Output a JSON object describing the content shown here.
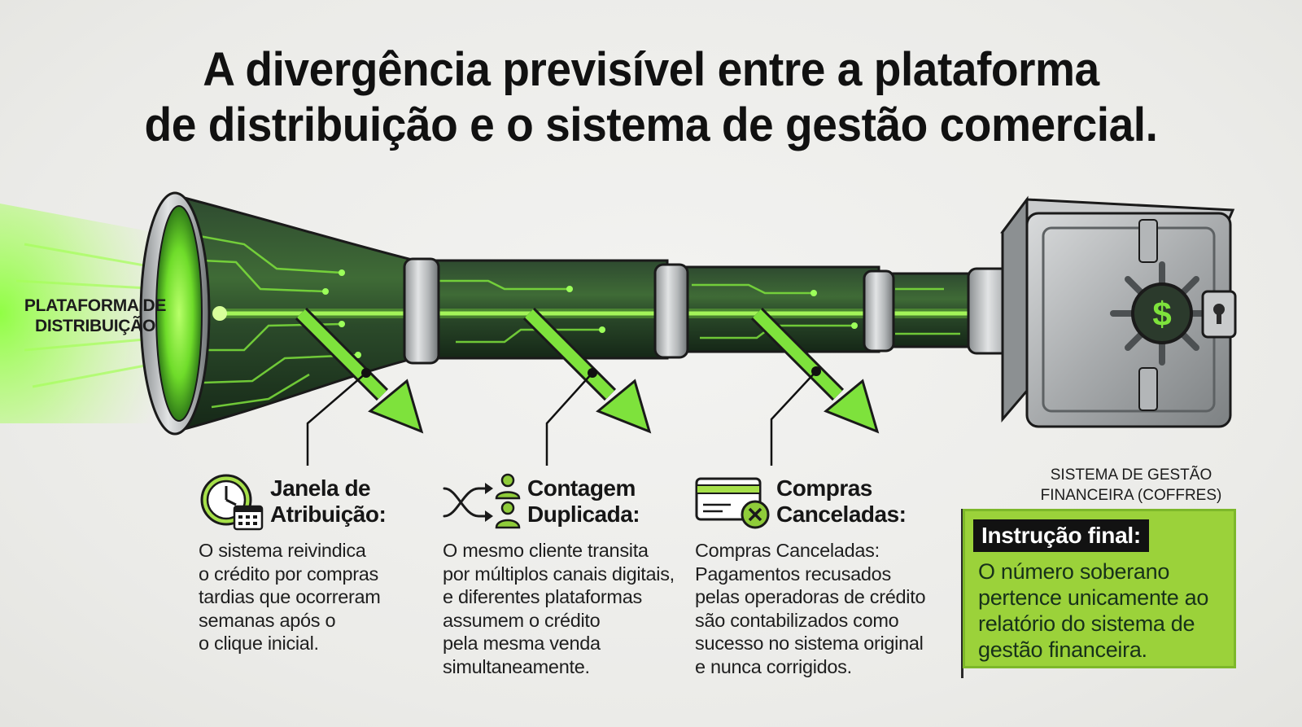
{
  "title": {
    "line1": "A divergência previsível entre a plataforma",
    "line2": "de distribuição e o sistema de gestão comercial."
  },
  "platform_label": {
    "line1": "PLATAFORMA DE",
    "line2": "DISTRIBUIÇÃO"
  },
  "system_label": {
    "line1": "SISTEMA DE GESTÃO",
    "line2": "FINANCEIRA (COFFRES)"
  },
  "vault_symbol": "$",
  "colors": {
    "accent_green": "#6fdc2a",
    "glow_green": "#8cff3c",
    "pipe_dark": "#1e3b22",
    "box_green": "#9bd23a",
    "metal": "#b9bcbe"
  },
  "columns": [
    {
      "icon": "clock-calendar-icon",
      "title_line1": "Janela de",
      "title_line2": "Atribuição:",
      "body": [
        "O sistema reivindica",
        "o crédito por compras",
        "tardias que ocorreram",
        "semanas após o",
        "o clique inicial."
      ]
    },
    {
      "icon": "shuffle-users-icon",
      "title_line1": "Contagem",
      "title_line2": "Duplicada:",
      "body": [
        "O mesmo cliente transita",
        "por múltiplos canais digitais,",
        "e diferentes plataformas",
        "assumem o crédito",
        "pela mesma venda",
        "simultaneamente."
      ]
    },
    {
      "icon": "card-cancel-icon",
      "title_line1": "Compras",
      "title_line2": "Canceladas:",
      "body": [
        "Compras Canceladas:",
        "Pagamentos recusados",
        "pelas operadoras de crédito",
        "são contabilizados como",
        "sucesso no sistema original",
        "e nunca corrigidos."
      ]
    }
  ],
  "final_instruction": {
    "title": "Instrução final:",
    "lines": [
      "O número soberano",
      "pertence unicamente ao",
      "relatório do sistema de",
      "gestão financeira."
    ]
  }
}
